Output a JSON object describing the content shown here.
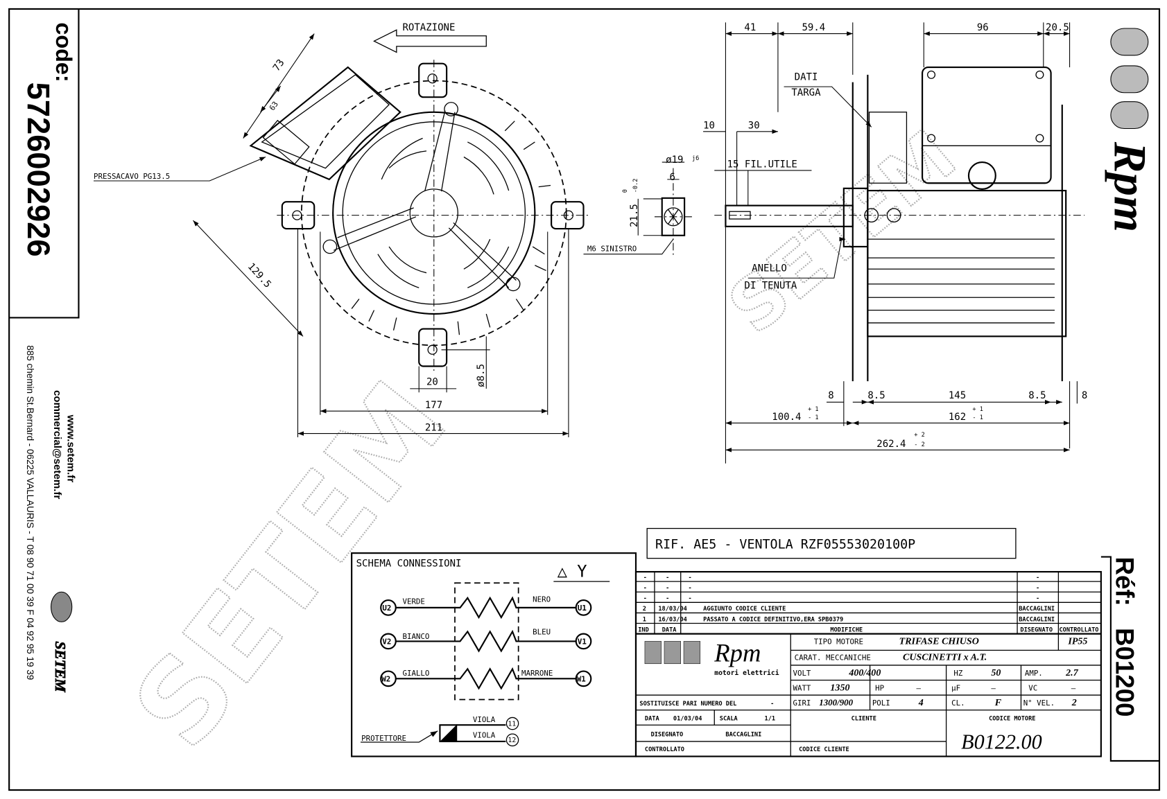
{
  "code_box": {
    "label": "code:",
    "value": "5726002926"
  },
  "company": {
    "website": "www.setem.fr",
    "email": "commercial@setem.fr",
    "address": "885 chemin St.Bernard  -  06225 VALLAURIS  -  T 08 90 71 00 39   F 04 92 95 19 39",
    "logo_text": "SETEM"
  },
  "reference": {
    "label": "Réf:",
    "value": "B01200"
  },
  "brand_logo": {
    "text": "Rpm",
    "subtitle": "motori elettrici"
  },
  "watermark": "SETEM",
  "front_view": {
    "rotation_label": "ROTAZIONE",
    "cable_gland": "PRESSACAVO PG13.5",
    "dims": {
      "d73": "73",
      "d63": "63",
      "d129_5": "129.5",
      "d177": "177",
      "d211": "211",
      "d20": "20",
      "d8_5": "ø8.5"
    }
  },
  "shaft_detail": {
    "diameter": "ø19",
    "fit": "j6",
    "key": "6",
    "height": "21.5",
    "tol_up": "0",
    "tol_down": "-0.2",
    "thread": "M6 SINISTRO"
  },
  "side_view": {
    "dims": {
      "d41": "41",
      "d59_4": "59.4",
      "d96": "96",
      "d20_5": "20.5",
      "d10": "10",
      "d30": "30",
      "d15": "15 FIL.UTILE",
      "d8a": "8",
      "d8_5a": "8.5",
      "d145": "145",
      "d8_5b": "8.5",
      "d8b": "8",
      "d100_4": "100.4",
      "d162": "162",
      "d262_4": "262.4",
      "tol1_up": "+ 1",
      "tol1_dn": "- 1",
      "tol2_up": "+ 2",
      "tol2_dn": "- 2"
    },
    "nameplate_1": "DATI",
    "nameplate_2": "TARGA",
    "seal_1": "ANELLO",
    "seal_2": "DI TENUTA"
  },
  "rif": "RIF. AE5 - VENTOLA RZF05553020100P",
  "schema": {
    "title": "SCHEMA CONNESSIONI",
    "symbols": "△  Y",
    "rows": [
      {
        "left_term": "U2",
        "left_color": "VERDE",
        "right_color": "NERO",
        "right_term": "U1"
      },
      {
        "left_term": "V2",
        "left_color": "BIANCO",
        "right_color": "BLEU",
        "right_term": "V1"
      },
      {
        "left_term": "W2",
        "left_color": "GIALLO",
        "right_color": "MARRONE",
        "right_term": "W1"
      }
    ],
    "protector": {
      "label": "PROTETTORE",
      "wire1": "VIOLA",
      "term1": "11",
      "wire2": "VIOLA",
      "term2": "12"
    }
  },
  "title_block": {
    "revisions": [
      {
        "ind": "-",
        "data": "-",
        "mod": "-",
        "dis": "-",
        "con": ""
      },
      {
        "ind": "-",
        "data": "-",
        "mod": "-",
        "dis": "-",
        "con": ""
      },
      {
        "ind": "-",
        "data": "-",
        "mod": "-",
        "dis": "-",
        "con": ""
      },
      {
        "ind": "2",
        "data": "18/03/04",
        "mod": "AGGIUNTO CODICE CLIENTE",
        "dis": "BACCAGLINI",
        "con": ""
      },
      {
        "ind": "1",
        "data": "16/03/04",
        "mod": "PASSATO A CODICE DEFINITIVO,ERA SPB0379",
        "dis": "BACCAGLINI",
        "con": ""
      }
    ],
    "rev_headers": {
      "ind": "IND",
      "data": "DATA",
      "mod": "MODIFICHE",
      "dis": "DISEGNATO",
      "con": "CONTROLLATO"
    },
    "tipo_motore_label": "TIPO MOTORE",
    "tipo_motore": "TRIFASE CHIUSO",
    "ip": "IP55",
    "carat_label": "CARAT. MECCANICHE",
    "carat": "CUSCINETTI x A.T.",
    "volt_label": "VOLT",
    "volt": "400/400",
    "hz_label": "HZ",
    "hz": "50",
    "amp_label": "AMP.",
    "amp": "2.7",
    "watt_label": "WATT",
    "watt": "1350",
    "hp_label": "HP",
    "hp": "—",
    "uf_label": "µF",
    "uf": "—",
    "vc_label": "VC",
    "vc": "—",
    "giri_label": "GIRI",
    "giri": "1300/900",
    "poli_label": "POLI",
    "poli": "4",
    "cl_label": "CL.",
    "cl": "F",
    "nvel_label": "N° VEL.",
    "nvel": "2",
    "sostituisce_label": "SOSTITUISCE PARI NUMERO DEL",
    "sostituisce": "-",
    "data_label": "DATA",
    "data": "01/03/04",
    "scala_label": "SCALA",
    "scala": "1/1",
    "disegnato_label": "DISEGNATO",
    "disegnato": "BACCAGLINI",
    "controllato_label": "CONTROLLATO",
    "cliente_label": "CLIENTE",
    "codice_cliente_label": "CODICE CLIENTE",
    "codice_motore_label": "CODICE MOTORE",
    "codice_motore": "B0122.00"
  }
}
